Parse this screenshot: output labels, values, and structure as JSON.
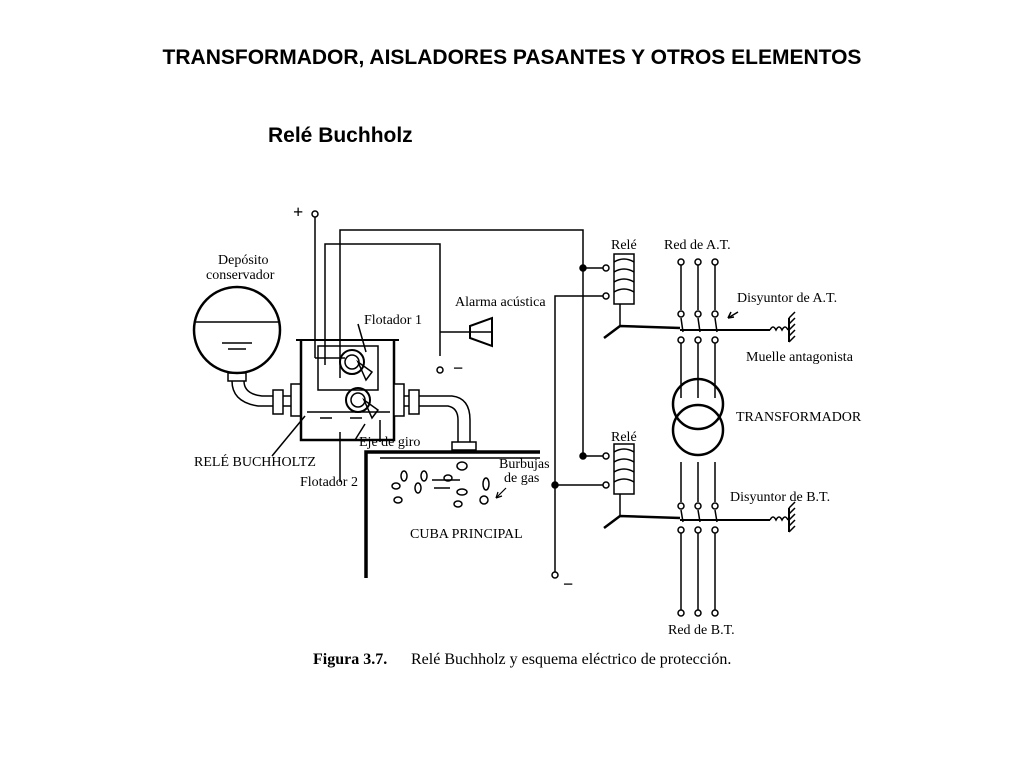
{
  "slide": {
    "title": "TRANSFORMADOR, AISLADORES PASANTES Y OTROS ELEMENTOS",
    "subtitle": "Relé Buchholz"
  },
  "diagram": {
    "labels": {
      "plus": "+",
      "minus_alarm": "−",
      "minus_bottom": "−",
      "deposito_line1": "Depósito",
      "deposito_line2": "conservador",
      "flotador1": "Flotador 1",
      "alarma": "Alarma acústica",
      "eje": "Eje de giro",
      "rele_buchholtz": "RELÉ BUCHHOLTZ",
      "flotador2": "Flotador 2",
      "burbujas_line1": "Burbujas",
      "burbujas_line2": "de gas",
      "cuba": "CUBA PRINCIPAL",
      "rele_top": "Relé",
      "rele_bottom": "Relé",
      "red_at": "Red de A.T.",
      "disyuntor_at": "Disyuntor de A.T.",
      "muelle": "Muelle antagonista",
      "transformador": "TRANSFORMADOR",
      "disyuntor_bt": "Disyuntor de B.T.",
      "red_bt": "Red de B.T."
    }
  },
  "caption": {
    "figure": "Figura 3.7.",
    "text": "Relé Buchholz y esquema eléctrico de protección."
  }
}
